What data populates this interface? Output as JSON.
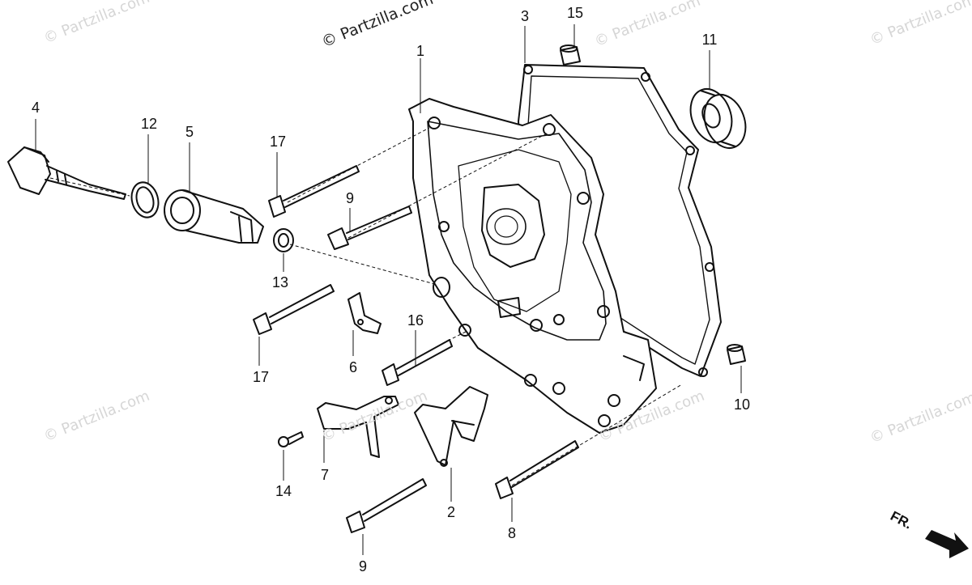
{
  "watermarks": [
    "© Partzilla.com",
    "© Partzilla.com",
    "© Partzilla.com",
    "© Partzilla.com",
    "© Partzilla.com",
    "© Partzilla.com",
    "© Partzilla.com",
    "© Partzilla.com"
  ],
  "direction_marker": "FR.",
  "callouts": [
    "1",
    "3",
    "15",
    "11",
    "4",
    "12",
    "5",
    "17",
    "9",
    "13",
    "17",
    "6",
    "16",
    "10",
    "7",
    "14",
    "2",
    "8",
    "9"
  ]
}
